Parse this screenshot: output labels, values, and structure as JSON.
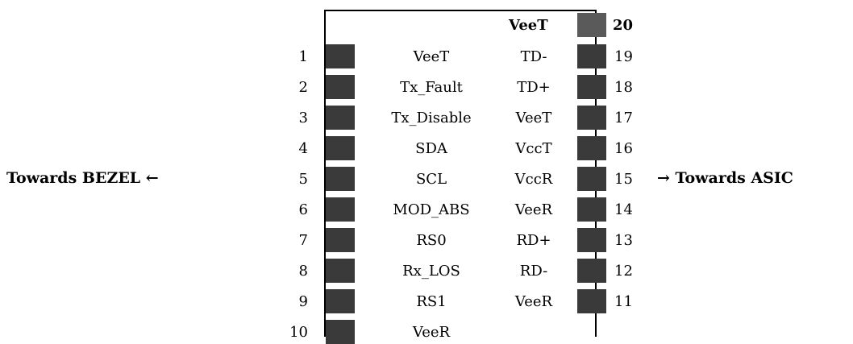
{
  "left_label": "Towards BEZEL ←",
  "right_label": "→ Towards ASIC",
  "header": {
    "signal": "VeeT",
    "pin": "20"
  },
  "left_pins": [
    {
      "num": "1",
      "signal": "VeeT"
    },
    {
      "num": "2",
      "signal": "Tx_Fault"
    },
    {
      "num": "3",
      "signal": "Tx_Disable"
    },
    {
      "num": "4",
      "signal": "SDA"
    },
    {
      "num": "5",
      "signal": "SCL"
    },
    {
      "num": "6",
      "signal": "MOD_ABS"
    },
    {
      "num": "7",
      "signal": "RS0"
    },
    {
      "num": "8",
      "signal": "Rx_LOS"
    },
    {
      "num": "9",
      "signal": "RS1"
    },
    {
      "num": "10",
      "signal": "VeeR"
    }
  ],
  "right_pins": [
    {
      "num": "19",
      "signal": "TD-"
    },
    {
      "num": "18",
      "signal": "TD+"
    },
    {
      "num": "17",
      "signal": "VeeT"
    },
    {
      "num": "16",
      "signal": "VccT"
    },
    {
      "num": "15",
      "signal": "VccR"
    },
    {
      "num": "14",
      "signal": "VeeR"
    },
    {
      "num": "13",
      "signal": "RD+"
    },
    {
      "num": "12",
      "signal": "RD-"
    },
    {
      "num": "11",
      "signal": "VeeR"
    }
  ]
}
